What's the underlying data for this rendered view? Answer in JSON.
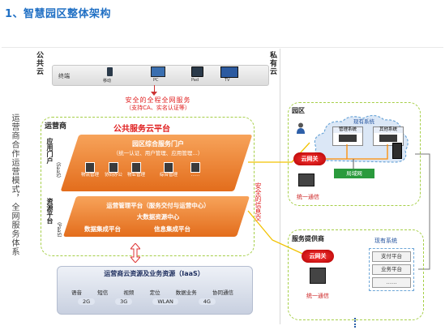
{
  "title": "1、智慧园区整体架构",
  "left_caption": "运营商合作运营模式，全网服务体系",
  "public_cloud": {
    "label": "公共云",
    "terminal_label": "终端",
    "devices": [
      "移动",
      "PC",
      "Pad",
      "TV"
    ],
    "security": "安全的全程全网服务",
    "security_sub": "（支持CA、实名认证等）"
  },
  "private_cloud": {
    "label": "私有云"
  },
  "operator": {
    "label": "运营商",
    "platform_title": "公共服务云平台",
    "app_portal": "应用门户",
    "app_portal_sub": "（SaaS）",
    "portal_title": "园区综合服务门户",
    "portal_sub": "（统一认证、用户管理、应用管理…）",
    "apps": [
      "物流管理",
      "协同办公",
      "物业管理",
      "综合管理",
      "……"
    ],
    "resource_platform": "资源平台",
    "resource_platform_sub": "（PaaS）",
    "ops_platform": "运营管理平台（服务交付与运营中心）",
    "bigdata": "大数据资源中心",
    "data_integration": "数据集成平台",
    "info_integration": "信息集成平台"
  },
  "iaas": {
    "title": "运营商云资源及业务资源（IaaS）",
    "services": [
      "语音",
      "短信",
      "视频",
      "定位",
      "数据业务",
      "协同通信"
    ],
    "networks": [
      "2G",
      "3G",
      "WLAN",
      "4G"
    ]
  },
  "secure_exchange": "安全的信息交",
  "park": {
    "label": "园区",
    "existing": "现有系统",
    "mgmt": "管理系统",
    "other": "其他系统",
    "gateway": "云网关",
    "lan": "局域网",
    "unified": "统一通信"
  },
  "provider": {
    "label": "服务提供商",
    "existing": "现有系统",
    "gateway": "云网关",
    "unified": "统一通信",
    "systems": [
      "支付平台",
      "业务平台",
      "……"
    ]
  },
  "colors": {
    "title": "#1f6fc4",
    "orange": "#f08a2a",
    "orange_dark": "#d9661a",
    "red": "#e02020",
    "green_dash": "#a6cf48",
    "blue_dash": "#6ea7d8"
  },
  "icons": [
    "smartphone-icon",
    "monitor-icon",
    "tablet-icon",
    "tv-icon",
    "person-icon",
    "server-icon",
    "cloud-icon",
    "double-arrow-icon"
  ]
}
